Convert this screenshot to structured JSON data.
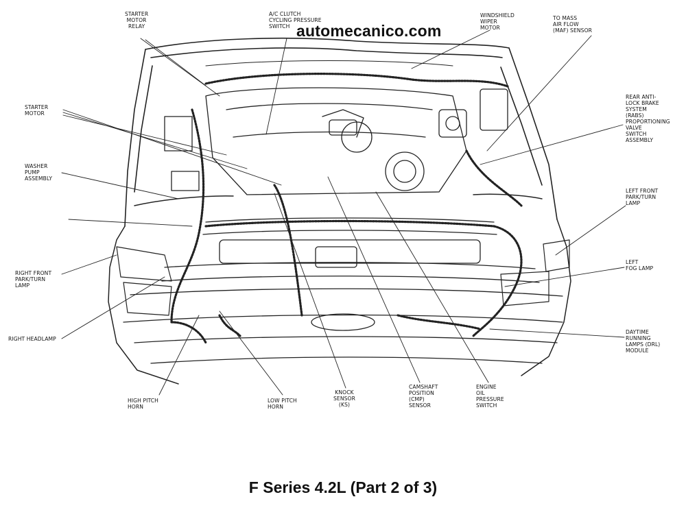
{
  "watermark": "automecanico.com",
  "caption": "F Series 4.2L (Part 2 of 3)",
  "labels": {
    "starter_motor_relay": [
      "STARTER",
      "MOTOR",
      "RELAY"
    ],
    "ac_clutch_switch": [
      "A/C CLUTCH",
      "CYCLING PRESSURE",
      "SWITCH"
    ],
    "windshield_wiper_motor": [
      "WINDSHIELD",
      "WIPER",
      "MOTOR"
    ],
    "maf_sensor": [
      "TO MASS",
      "AIR FLOW",
      "(MAF) SENSOR"
    ],
    "starter_motor": [
      "STARTER",
      "MOTOR"
    ],
    "rabs_valve_switch": [
      "REAR ANTI-",
      "LOCK BRAKE",
      "SYSTEM",
      "(RABS)",
      "PROPORTIONING",
      "VALVE",
      "SWITCH",
      "ASSEMBLY"
    ],
    "washer_pump": [
      "WASHER",
      "PUMP",
      "ASSEMBLY"
    ],
    "left_front_park_turn": [
      "LEFT FRONT",
      "PARK/TURN",
      "LAMP"
    ],
    "right_front_park_turn": [
      "RIGHT FRONT",
      "PARK/TURN",
      "LAMP"
    ],
    "left_fog_lamp": [
      "LEFT",
      "FOG LAMP"
    ],
    "right_headlamp": [
      "RIGHT HEADLAMP"
    ],
    "drl_module": [
      "DAYTIME",
      "RUNNING",
      "LAMPS (DRL)",
      "MODULE"
    ],
    "high_pitch_horn": [
      "HIGH PITCH",
      "HORN"
    ],
    "low_pitch_horn": [
      "LOW PITCH",
      "HORN"
    ],
    "knock_sensor": [
      "KNOCK",
      "SENSOR",
      "(KS)"
    ],
    "cmp_sensor": [
      "CAMSHAFT",
      "POSITION",
      "(CMP)",
      "SENSOR"
    ],
    "oil_pressure_switch": [
      "ENGINE",
      "OIL",
      "PRESSURE",
      "SWITCH"
    ]
  }
}
